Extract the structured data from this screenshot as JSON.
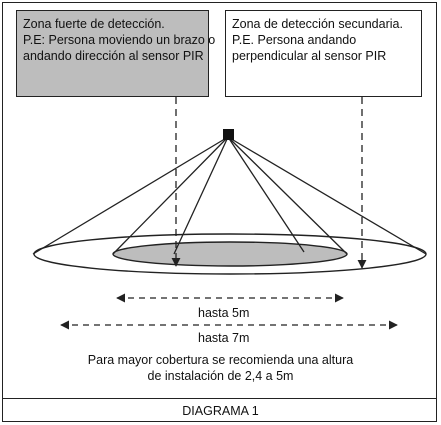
{
  "zones": {
    "strong": {
      "title": "Zona fuerte de detección.",
      "line1": "P.E: Persona moviendo un brazo o",
      "line2": "andando dirección al sensor PIR"
    },
    "secondary": {
      "title": "Zona de detección secundaria.",
      "line1": "P.E. Persona andando",
      "line2": "perpendicular al sensor PIR"
    }
  },
  "ranges": {
    "inner": "hasta 5m",
    "outer": "hasta 7m"
  },
  "note": {
    "line1": "Para mayor cobertura se recomienda una altura",
    "line2": "de instalación de 2,4 a 5m"
  },
  "footer": "DIAGRAMA 1",
  "colors": {
    "strong_zone_fill": "#bdbdbd",
    "line": "#222222"
  }
}
